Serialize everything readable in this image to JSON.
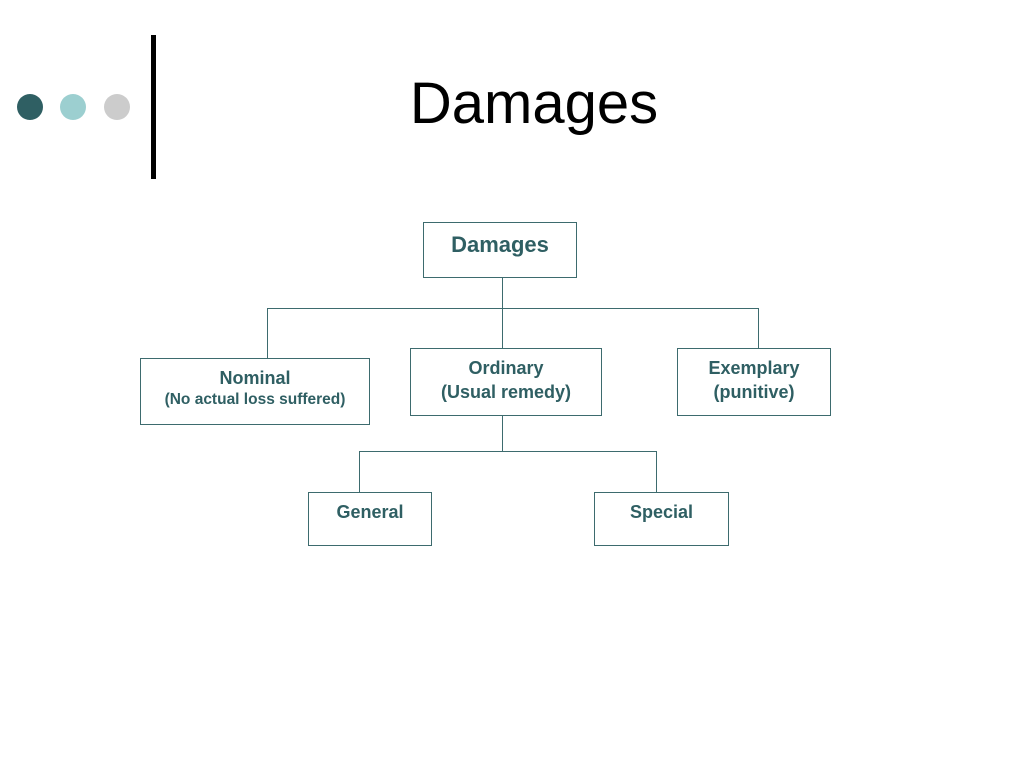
{
  "slide": {
    "title": "Damages",
    "colors": {
      "dot_dark": "#2f5f63",
      "dot_light": "#9ccfd0",
      "dot_grey": "#cccccc",
      "node_text": "#2f5f63",
      "node_border": "#3d6b6e"
    }
  },
  "diagram": {
    "root": {
      "label": "Damages"
    },
    "level1": {
      "nominal": {
        "label": "Nominal",
        "sublabel": "(No actual loss suffered)"
      },
      "ordinary": {
        "label": "Ordinary",
        "sublabel": "(Usual remedy)"
      },
      "exemplary": {
        "label": "Exemplary",
        "sublabel": "(punitive)"
      }
    },
    "level2": {
      "general": {
        "label": "General"
      },
      "special": {
        "label": "Special"
      }
    }
  }
}
